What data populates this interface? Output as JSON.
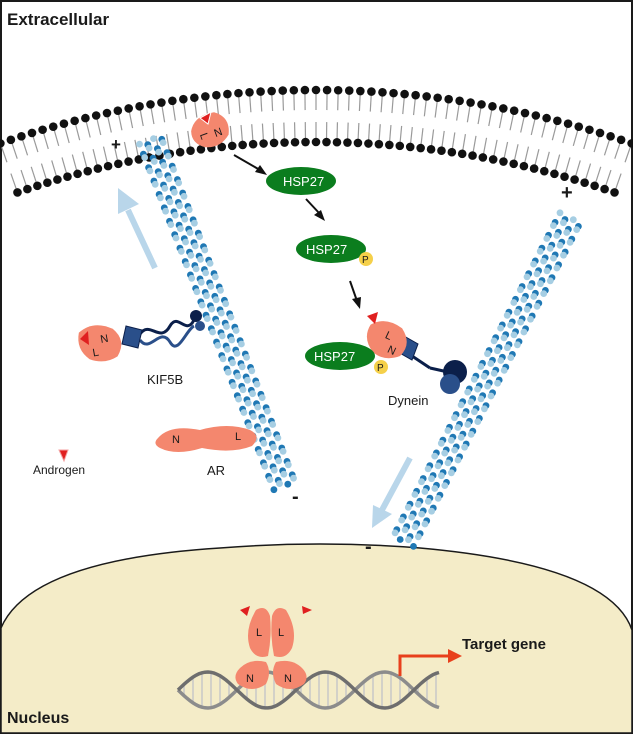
{
  "labels": {
    "extracellular": "Extracellular",
    "nucleus": "Nucleus",
    "kif5b": "KIF5B",
    "dynein": "Dynein",
    "ar": "AR",
    "androgen": "Androgen",
    "target_gene": "Target gene",
    "hsp27_1": "HSP27",
    "hsp27_2": "HSP27",
    "hsp27_3": "HSP27",
    "phospho_p": "P",
    "plus_left": "+",
    "minus_left": "-",
    "plus_right": "+",
    "minus_right": "-",
    "domain_n": "N",
    "domain_l": "L"
  },
  "colors": {
    "frame": "#1a1a1a",
    "membrane_head": "#111111",
    "membrane_tail": "#9a9a9a",
    "microtubule_dark": "#1f78b4",
    "microtubule_light": "#a6cee3",
    "receptor": "#f4876e",
    "hsp27": "#0b7d1e",
    "phosphate": "#f5d04a",
    "motor_dark": "#0b1f4a",
    "motor_mid": "#2a4f8a",
    "direction_arrow": "#b9d6ea",
    "nucleus_fill": "#f4ecc8",
    "dna": "#8c8c8c",
    "transcription_arrow": "#e8401c",
    "androgen": "#e02020"
  },
  "icons": {
    "androgen": "red-triangle",
    "phosphate": "yellow-circle"
  }
}
